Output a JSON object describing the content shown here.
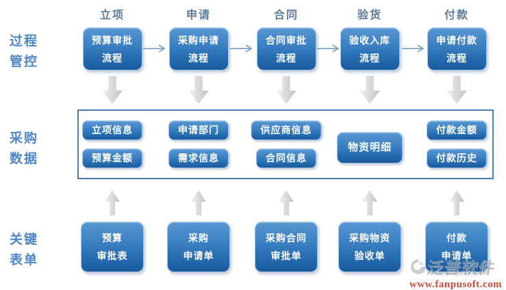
{
  "labels": {
    "process": {
      "line1": "过程",
      "line2": "管控"
    },
    "data": {
      "line1": "采购",
      "line2": "数据"
    },
    "forms": {
      "line1": "关键",
      "line2": "表单"
    }
  },
  "columns": [
    {
      "header": "立项",
      "process": {
        "line1": "预算审批",
        "line2": "流程"
      },
      "data_items": [
        "立项信息",
        "预算金额"
      ],
      "form": {
        "line1": "预算",
        "line2": "审批表"
      }
    },
    {
      "header": "申请",
      "process": {
        "line1": "采购申请",
        "line2": "流程"
      },
      "data_items": [
        "申请部门",
        "需求信息"
      ],
      "form": {
        "line1": "采购",
        "line2": "申请单"
      }
    },
    {
      "header": "合同",
      "process": {
        "line1": "合同审批",
        "line2": "流程"
      },
      "data_items": [
        "供应商信息",
        "合同信息"
      ],
      "form": {
        "line1": "采购合同",
        "line2": "审批单"
      }
    },
    {
      "header": "验货",
      "process": {
        "line1": "验收入库",
        "line2": "流程"
      },
      "data_items": [
        "物资明细"
      ],
      "form": {
        "line1": "采购物资",
        "line2": "验收单"
      }
    },
    {
      "header": "付款",
      "process": {
        "line1": "申请付款",
        "line2": "流程"
      },
      "data_items": [
        "付款金额",
        "付款历史"
      ],
      "form": {
        "line1": "付款",
        "line2": "申请单"
      }
    }
  ],
  "watermark": {
    "brand": "泛普软件",
    "url": "www.fanpusoft.com"
  },
  "colors": {
    "box_blue": "#2e74b8",
    "box_border": "#9fc6e7",
    "band_border": "#4a7db8",
    "row_label_blue": "#4f86c6",
    "column_header_blue_gray": "#5e7a97",
    "flow_arrow_blue": "#6e96bd",
    "block_arrow_silver": "#d9d9d9",
    "watermark_url_red": "#c23b2e"
  }
}
